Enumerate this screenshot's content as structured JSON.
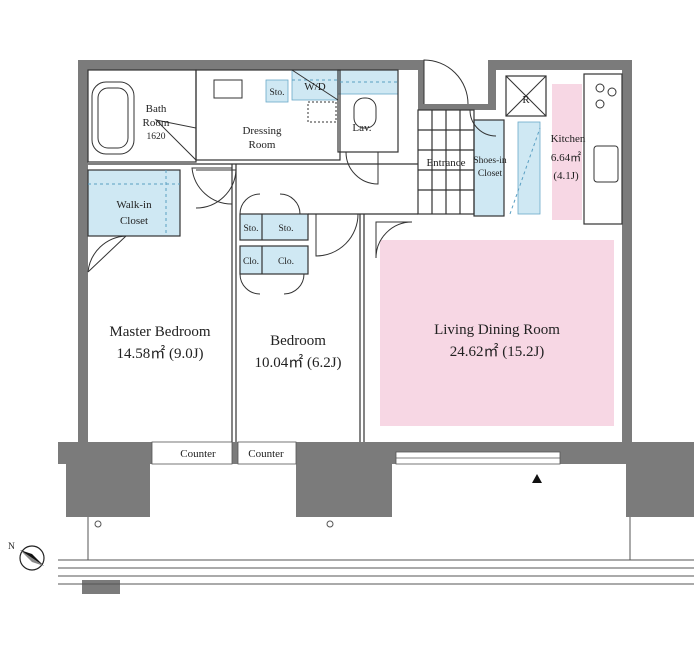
{
  "rooms": {
    "bath": {
      "line1": "Bath",
      "line2": "Room",
      "line3": "1620"
    },
    "dressing": {
      "line1": "Dressing",
      "line2": "Room"
    },
    "storage_small": "Sto.",
    "washer_dryer": "W/D",
    "lavatory": "Lav.",
    "entrance": "Entrance",
    "shoes_closet": {
      "line1": "Shoes-in",
      "line2": "Closet"
    },
    "kitchen": {
      "line1": "Kitchen",
      "line2": "6.64㎡",
      "line3": "(4.1J)"
    },
    "refrigerator": "R",
    "walk_in_closet": {
      "line1": "Walk-in",
      "line2": "Closet"
    },
    "storage_left": "Sto.",
    "storage_right": "Sto.",
    "closet_left": "Clo.",
    "closet_right": "Clo.",
    "master_bedroom": {
      "line1": "Master Bedroom",
      "line2": "14.58㎡ (9.0J)"
    },
    "bedroom": {
      "line1": "Bedroom",
      "line2": "10.04㎡ (6.2J)"
    },
    "living_dining": {
      "line1": "Living Dining Room",
      "line2": "24.62㎡ (15.2J)"
    },
    "counter_left": "Counter",
    "counter_right": "Counter"
  },
  "compass": {
    "label": "N"
  },
  "colors": {
    "wall": "#7b7b7b",
    "wall_dark": "#6e6e6e",
    "closet_fill": "#cfe8f3",
    "ldk_fill": "#f7d7e4",
    "line": "#333333"
  }
}
